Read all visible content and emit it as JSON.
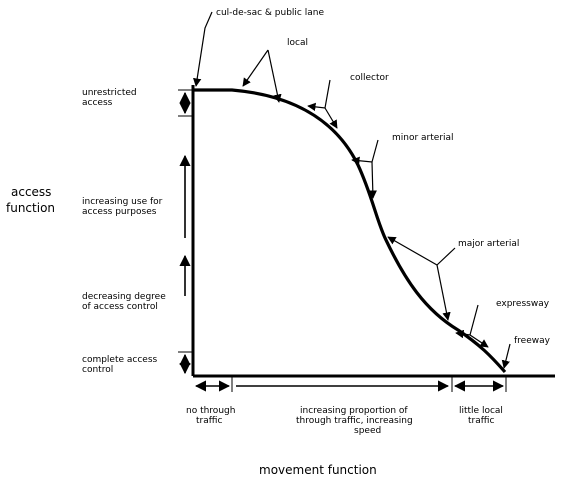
{
  "axes": {
    "y_label_line1": "access",
    "y_label_line2": "function",
    "x_label": "movement function"
  },
  "y_annotations": {
    "unrestricted_line1": "unrestricted",
    "unrestricted_line2": "access",
    "increasing_use_line1": "increasing use for",
    "increasing_use_line2": "access purposes",
    "decreasing_degree_line1": "decreasing degree",
    "decreasing_degree_line2": "of access control",
    "complete_access_line1": "complete access",
    "complete_access_line2": "control"
  },
  "x_annotations": {
    "no_through_line1": "no through",
    "no_through_line2": "traffic",
    "increasing_prop_line1": "increasing proportion of",
    "increasing_prop_line2": "through traffic, increasing",
    "increasing_prop_line3": "speed",
    "little_local_line1": "little local",
    "little_local_line2": "traffic"
  },
  "road_types": {
    "cul_de_sac": "cul-de-sac & public lane",
    "local": "local",
    "collector": "collector",
    "minor_arterial": "minor arterial",
    "major_arterial": "major arterial",
    "expressway": "expressway",
    "freeway": "freeway"
  }
}
